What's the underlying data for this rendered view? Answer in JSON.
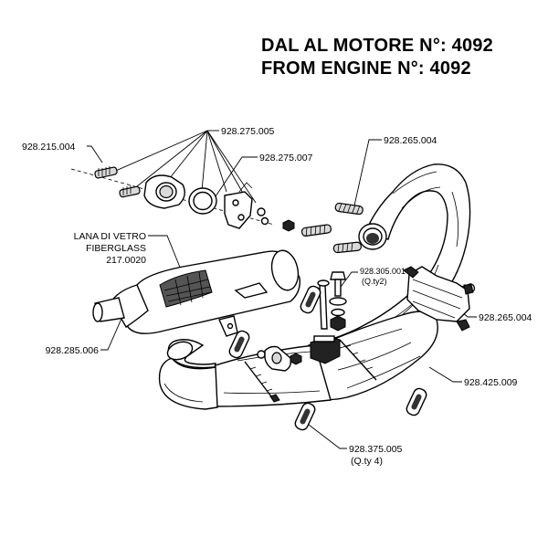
{
  "header": {
    "line1": "DAL AL MOTORE N°: 4092",
    "line2": "FROM ENGINE N°:  4092"
  },
  "labels": {
    "p_928_215_004": "928.215.004",
    "p_928_275_005": "928.275.005",
    "p_928_275_007": "928.275.007",
    "p_928_265_004_top": "928.265.004",
    "lana_line1": "LANA DI VETRO",
    "lana_line2": "FIBERGLASS",
    "lana_line3": "217.0020",
    "p_928_305_001": "928.305.001",
    "p_928_305_001_qty": "(Q.ty2)",
    "p_928_265_004_right": "928.265.004",
    "p_928_285_006": "928.285.006",
    "p_928_425_009": "928.425.009",
    "p_928_375_005": "928.375.005",
    "p_928_375_005_qty": "(Q.ty 4)"
  }
}
